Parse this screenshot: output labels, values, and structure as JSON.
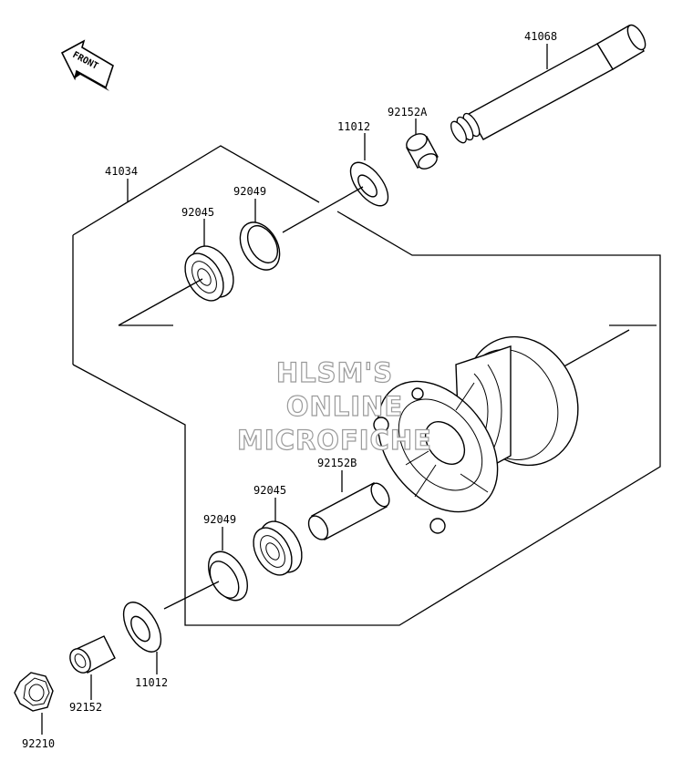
{
  "diagram": {
    "front_arrow_text": "FRONT",
    "watermark": [
      "HLSM'S",
      "ONLINE",
      "MICROFICHE"
    ],
    "parts": {
      "axle": "41068",
      "collar_right": "92152A",
      "seal_right": "11012",
      "hub_assembly": "41034",
      "oil_seal_right": "92049",
      "bearing_right": "92045",
      "spacer": "92152B",
      "bearing_left": "92045",
      "oil_seal_left": "92049",
      "seal_left": "11012",
      "collar_left": "92152",
      "nut": "92210"
    }
  }
}
